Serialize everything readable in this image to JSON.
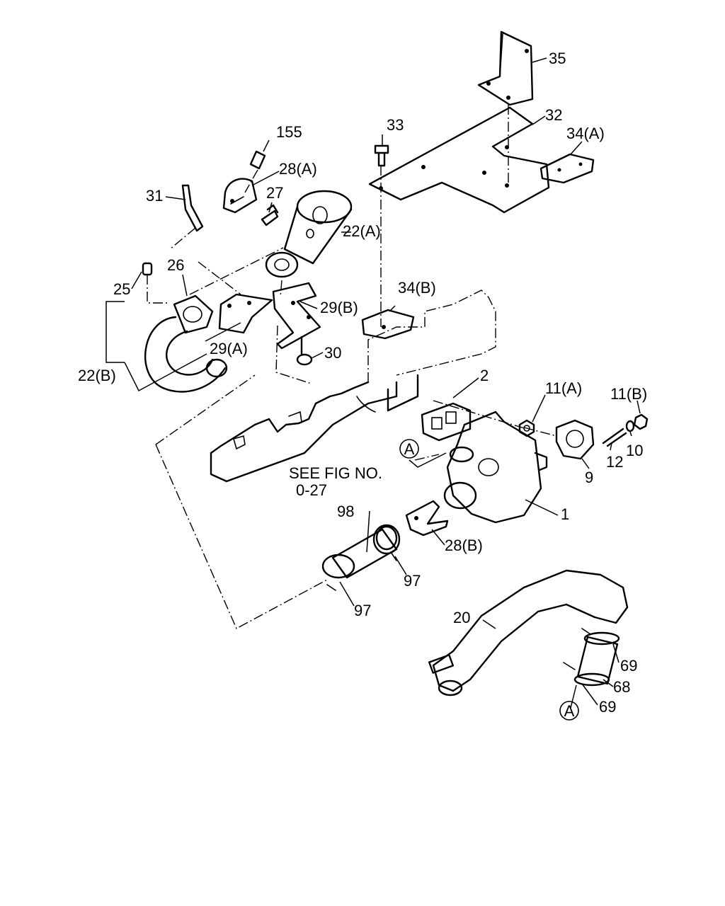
{
  "labels": {
    "l35": "35",
    "l32": "32",
    "l33": "33",
    "l34a": "34(A)",
    "l155": "155",
    "l28a": "28(A)",
    "l31": "31",
    "l27": "27",
    "l22a": "22(A)",
    "l26": "26",
    "l25": "25",
    "l34b": "34(B)",
    "l29b": "29(B)",
    "l22b": "22(B)",
    "l29a": "29(A)",
    "l30": "30",
    "l2": "2",
    "l11a": "11(A)",
    "l11b": "11(B)",
    "l12": "12",
    "l10": "10",
    "l9": "9",
    "l1": "1",
    "l98": "98",
    "l28b": "28(B)",
    "l97a": "97",
    "l97b": "97",
    "l20": "20",
    "l69a": "69",
    "l68": "68",
    "l69b": "69"
  },
  "note": {
    "line1": "SEE FIG NO.",
    "line2": "0-27"
  },
  "markers": {
    "a1": "A",
    "a2": "A"
  }
}
